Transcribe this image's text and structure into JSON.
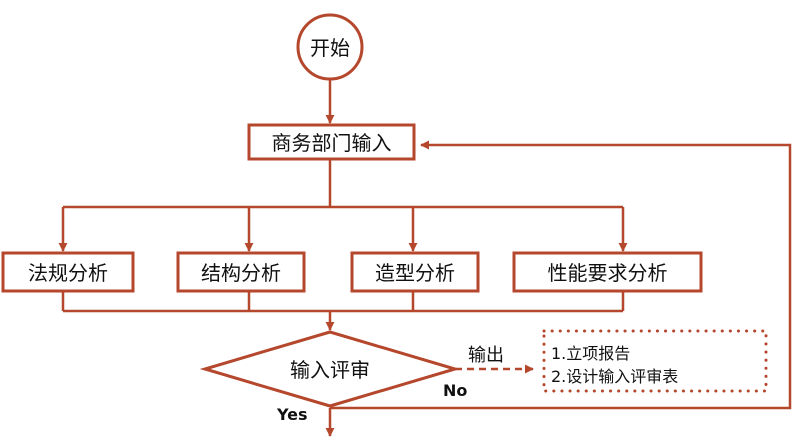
{
  "colors": {
    "stroke": "#b5472c",
    "text": "#111111",
    "background": "#ffffff"
  },
  "nodes": {
    "start": "开始",
    "business_input": "商务部门输入",
    "legal_analysis": "法规分析",
    "structure_analysis": "结构分析",
    "styling_analysis": "造型分析",
    "performance_analysis": "性能要求分析",
    "input_review": "输入评审"
  },
  "edges": {
    "output": "输出",
    "no": "No",
    "yes": "Yes"
  },
  "outputs": {
    "item1": "1.立项报告",
    "item2": "2.设计输入评审表"
  }
}
